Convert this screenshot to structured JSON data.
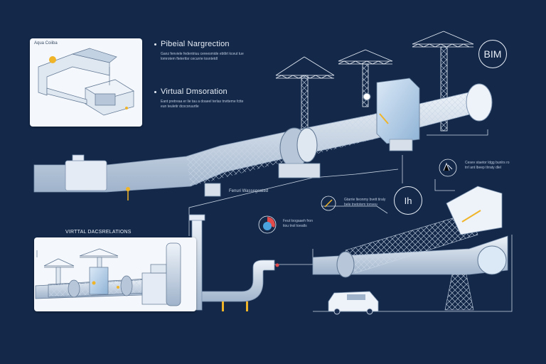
{
  "top_panel": {
    "title": "Aqua Coiiba"
  },
  "sections": [
    {
      "title": "Pibeial Nargrection",
      "body": "Ganz fenviele fedentriuu cereesmide ebtlirt kceut tue lomrotem fteterttsr cecurrie tosntetdl"
    },
    {
      "title": "Virtual Dmsoration",
      "body": "Eant pretreaa er lie tau a doaeel terlas tnvtteme fctte eun teuletir dcocoruurtle"
    }
  ],
  "bim_label": "BIM",
  "ih_label": "Ih",
  "pipe_label": "Fenuri Wassegaated",
  "bottom_panel_title": "VIRTTAL DACSRELATIONS",
  "notes": [
    {
      "text": "Cesev staetor ldgg bunlrs ro trrl ant lbeep tlrraty dlel"
    },
    {
      "text": "Gtarrie lteonmy bvett tiraly bele tnetotem tonveu"
    },
    {
      "text": "Feut loogaaeh fron tiou tnol toeatls"
    }
  ]
}
